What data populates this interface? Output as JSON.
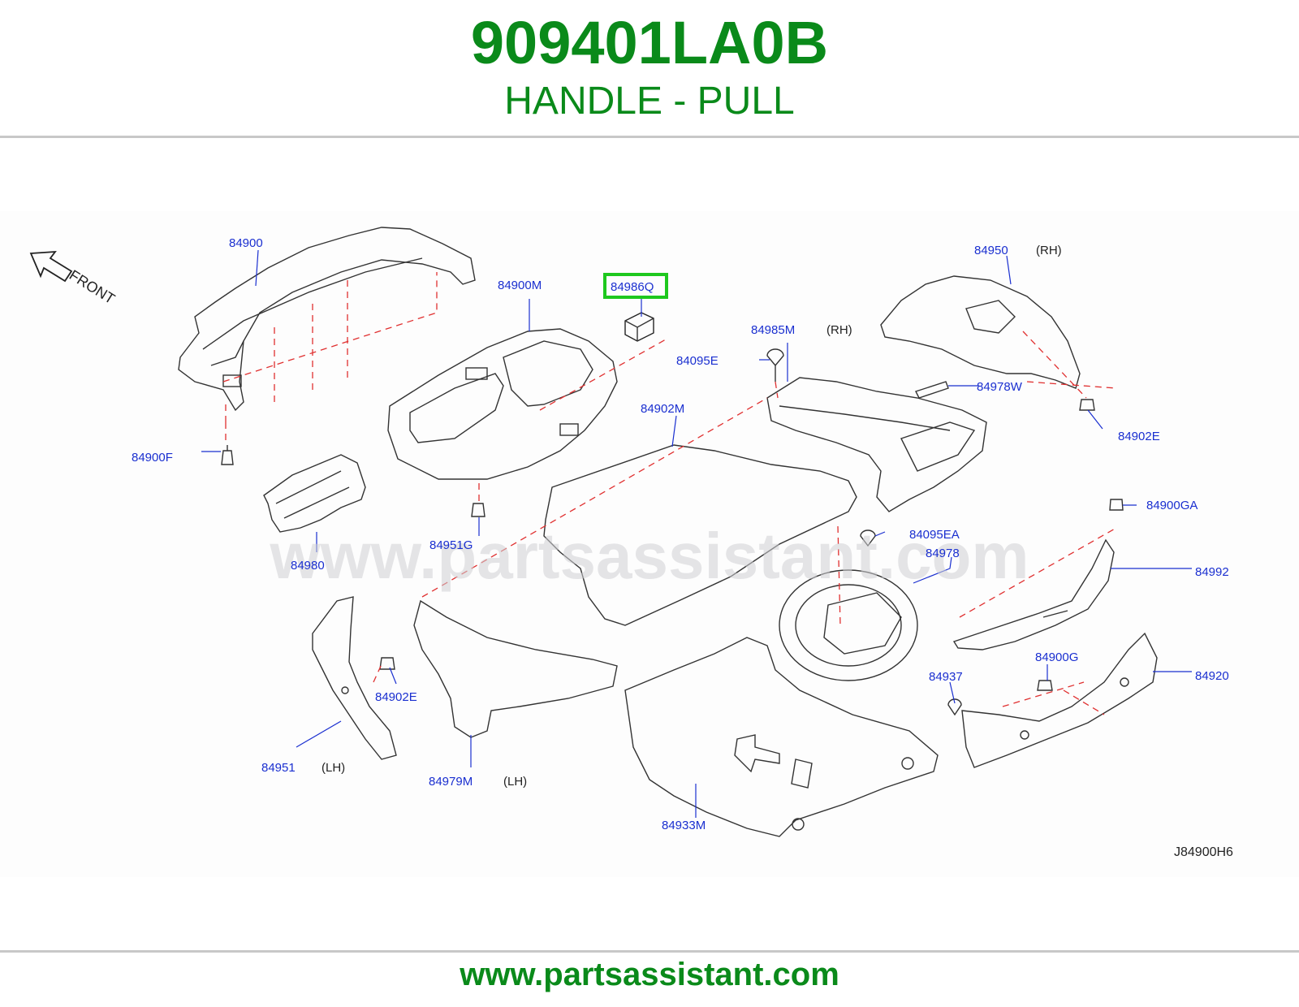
{
  "header": {
    "part_number": "909401LA0B",
    "part_name": "HANDLE - PULL"
  },
  "watermark": "www.partsassistant.com",
  "front_label": "FRONT",
  "highlight_color": "#1ec81e",
  "callout_color": "#1a2fd0",
  "leader_color": "#e03030",
  "callouts": {
    "c84900": "84900",
    "c84900M": "84900M",
    "c84986Q": "84986Q",
    "c84950": "84950",
    "c84950_side": "(RH)",
    "c84985M": "84985M",
    "c84985M_side": "(RH)",
    "c84095E": "84095E",
    "c84978W": "84978W",
    "c84902E_r": "84902E",
    "c84900F": "84900F",
    "c84902M": "84902M",
    "c84951G": "84951G",
    "c84980": "84980",
    "c84095EA": "84095EA",
    "c84978": "84978",
    "c84900GA": "84900GA",
    "c84992": "84992",
    "c84902E_l": "84902E",
    "c84900G": "84900G",
    "c84937": "84937",
    "c84920": "84920",
    "c84951": "84951",
    "c84951_side": "(LH)",
    "c84979M": "84979M",
    "c84979M_side": "(LH)",
    "c84933M": "84933M"
  },
  "diagram_code": "J84900H6",
  "footer": {
    "url": "www.partsassistant.com"
  }
}
